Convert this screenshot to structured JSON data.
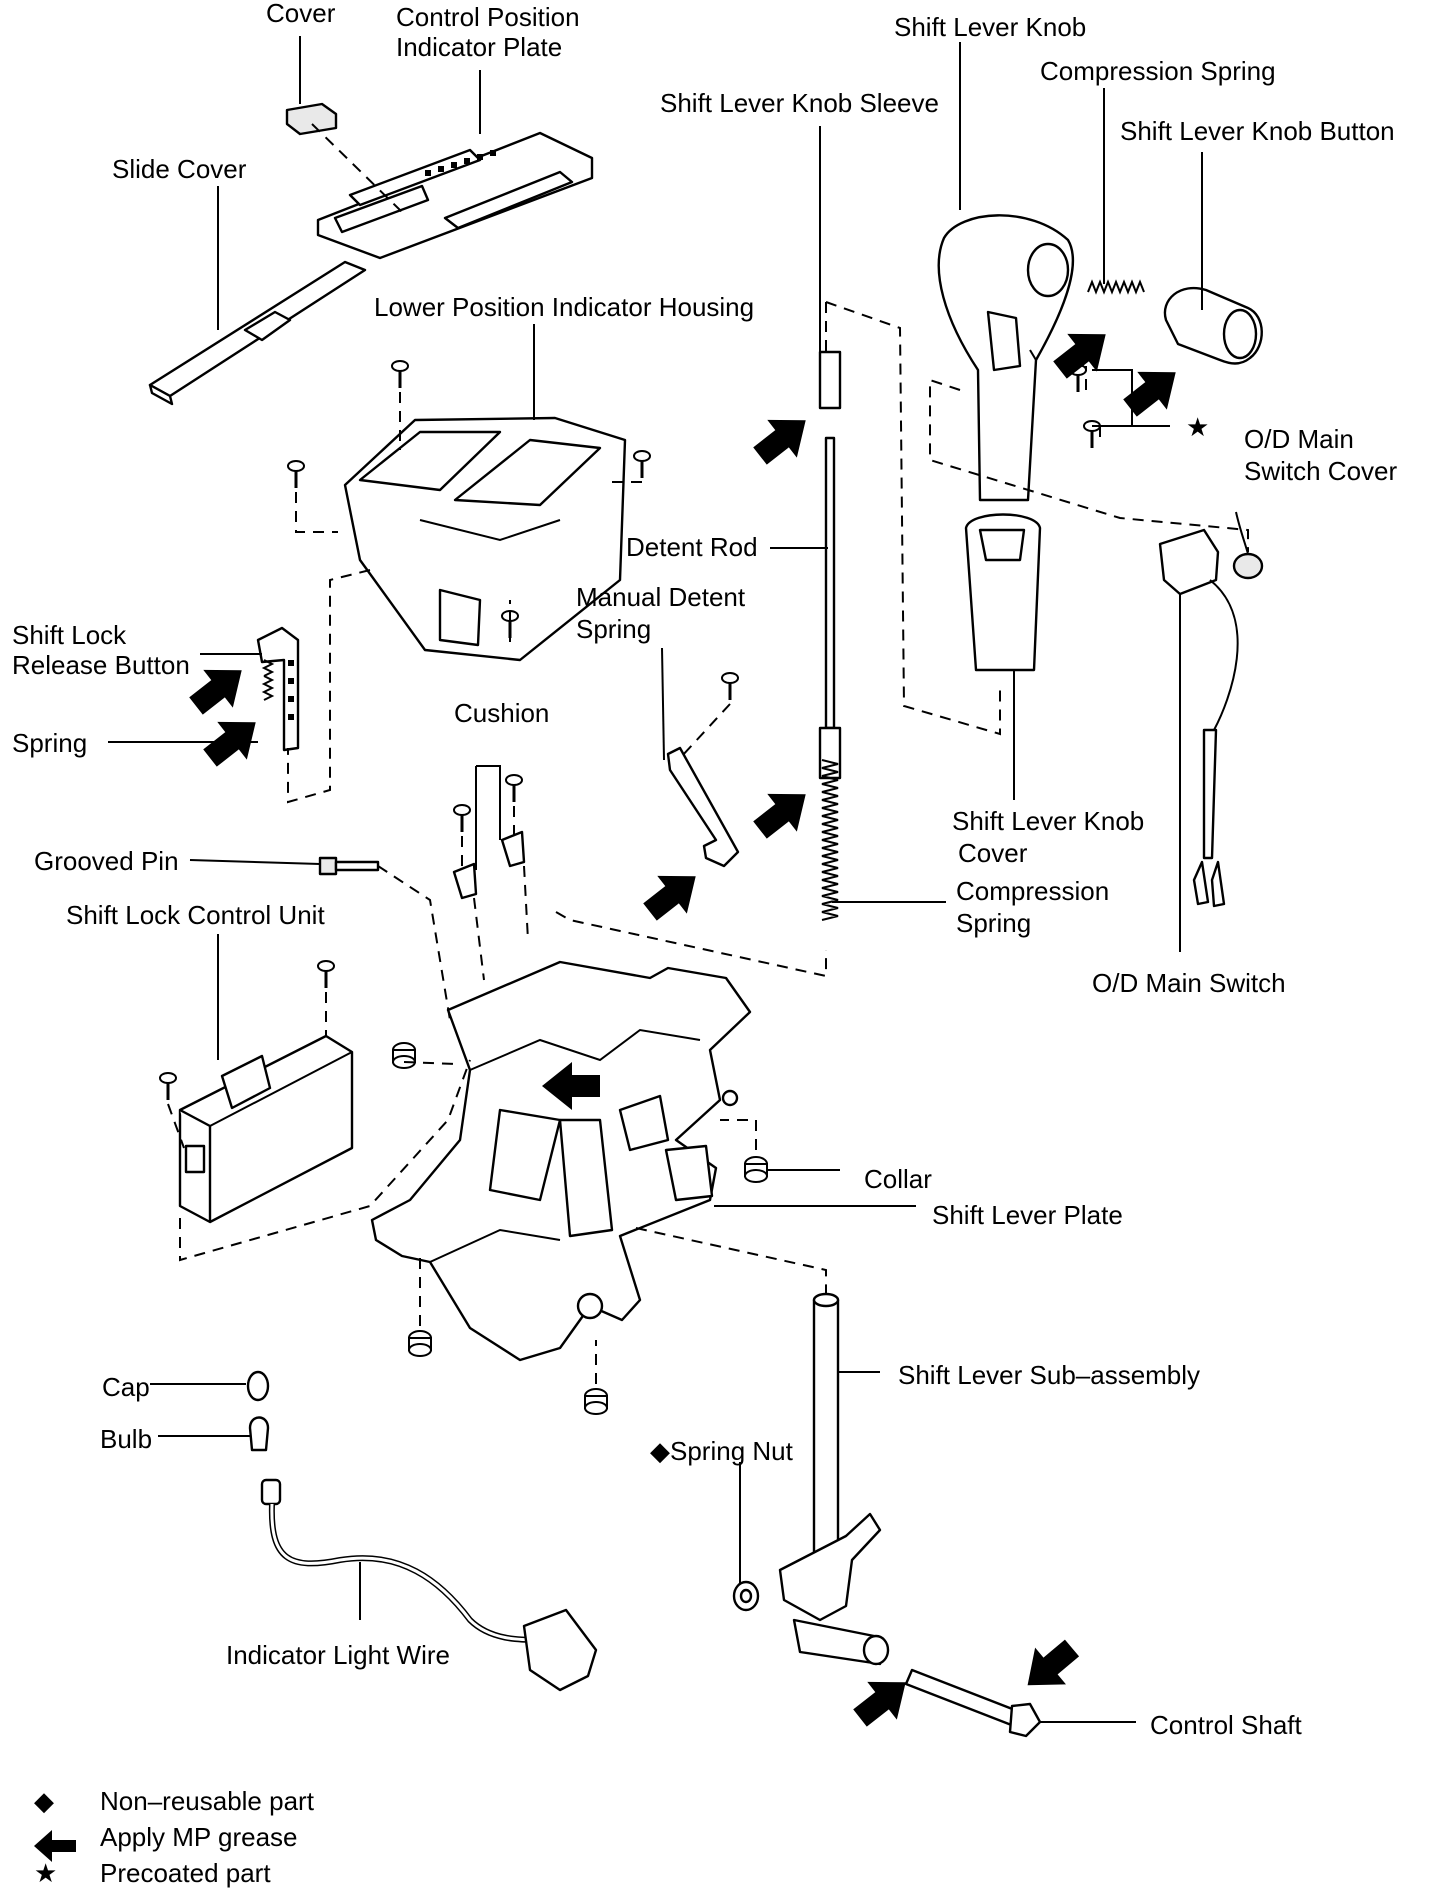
{
  "labels": {
    "cover": "Cover",
    "control_position_indicator_plate_1": "Control Position",
    "control_position_indicator_plate_2": "Indicator Plate",
    "slide_cover": "Slide Cover",
    "lower_position_indicator_housing": "Lower Position Indicator Housing",
    "shift_lock_release_button_1": "Shift Lock",
    "shift_lock_release_button_2": "Release Button",
    "spring": "Spring",
    "grooved_pin": "Grooved Pin",
    "shift_lock_control_unit": "Shift Lock Control Unit",
    "cushion": "Cushion",
    "manual_detent_spring_1": "Manual Detent",
    "manual_detent_spring_2": "Spring",
    "detent_rod": "Detent Rod",
    "shift_lever_knob_sleeve": "Shift Lever Knob Sleeve",
    "shift_lever_knob": "Shift Lever Knob",
    "compression_spring_top": "Compression Spring",
    "shift_lever_knob_button": "Shift Lever Knob Button",
    "od_main_switch_cover_1": "O/D Main",
    "od_main_switch_cover_2": "Switch Cover",
    "shift_lever_knob_cover_1": "Shift Lever Knob",
    "shift_lever_knob_cover_2": "Cover",
    "compression_spring_1": "Compression",
    "compression_spring_2": "Spring",
    "od_main_switch": "O/D Main Switch",
    "collar": "Collar",
    "shift_lever_plate": "Shift Lever Plate",
    "cap": "Cap",
    "bulb": "Bulb",
    "shift_lever_sub_assembly": "Shift Lever Sub–assembly",
    "spring_nut": "◆Spring Nut",
    "indicator_light_wire": "Indicator Light Wire",
    "control_shaft": "Control Shaft"
  },
  "legend": [
    {
      "symbol": "◆",
      "icon": "diamond-icon",
      "text": "Non–reusable part"
    },
    {
      "symbol": "",
      "icon": "grease-arrow-icon",
      "text": "Apply MP grease"
    },
    {
      "symbol": "★",
      "icon": "star-icon",
      "text": "Precoated part"
    }
  ],
  "precoat_star": "★",
  "colors": {
    "ink": "#000000",
    "paper": "#ffffff"
  }
}
